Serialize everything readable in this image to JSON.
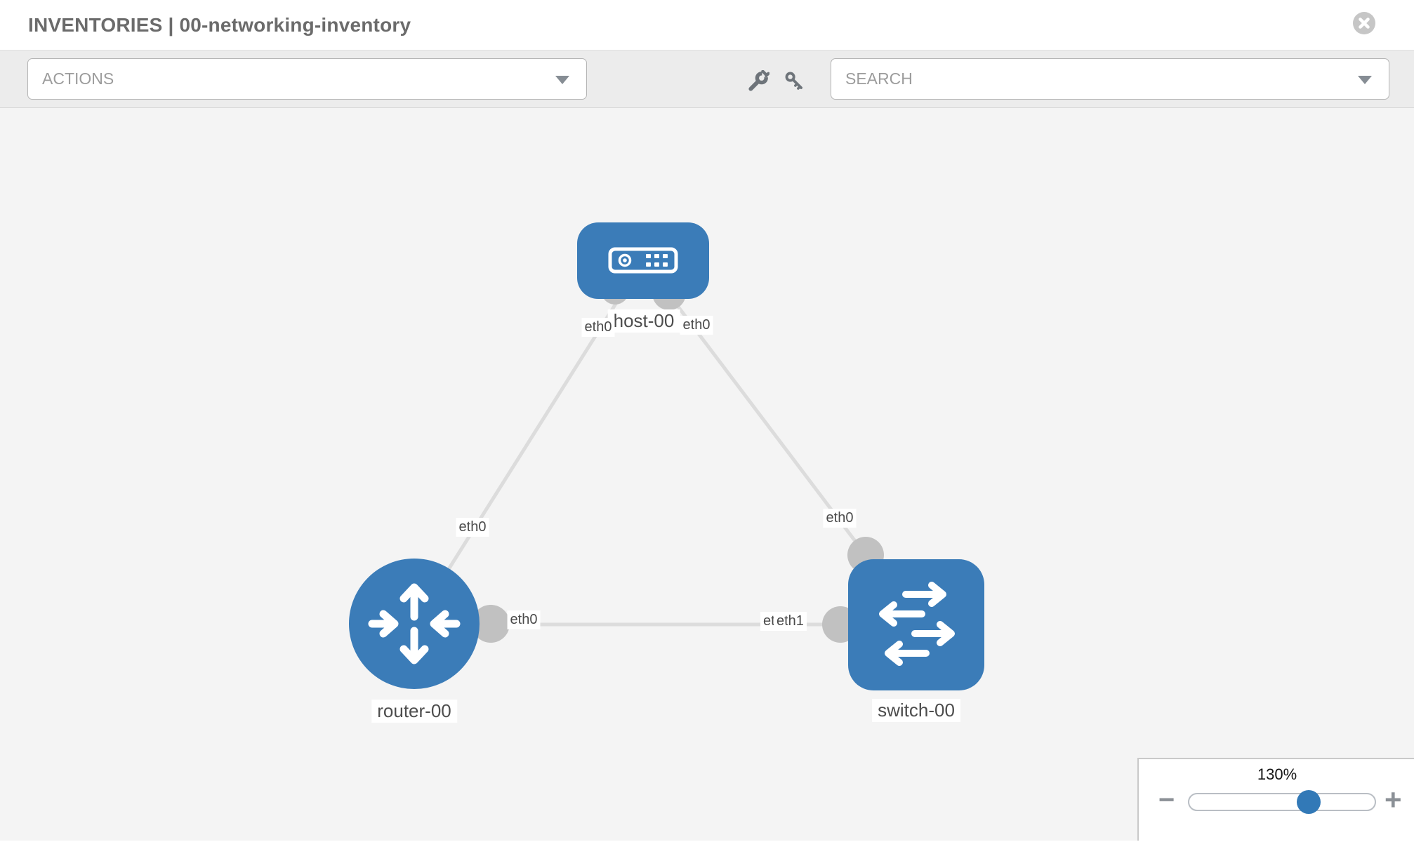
{
  "window": {
    "title": "INVENTORIES | 00-networking-inventory"
  },
  "toolbar": {
    "actions_label": "ACTIONS",
    "search_label": "SEARCH"
  },
  "topology": {
    "nodes": [
      {
        "id": "host-00",
        "type": "host",
        "label": "host-00"
      },
      {
        "id": "router-00",
        "type": "router",
        "label": "router-00"
      },
      {
        "id": "switch-00",
        "type": "switch",
        "label": "switch-00"
      }
    ],
    "links": [
      {
        "from": "host-00",
        "to": "router-00",
        "from_interface": "eth0",
        "to_interface": "eth0"
      },
      {
        "from": "host-00",
        "to": "switch-00",
        "from_interface": "eth0",
        "to_interface": "eth0"
      },
      {
        "from": "router-00",
        "to": "switch-00",
        "from_interface": "eth0",
        "to_interface": "eth1"
      }
    ],
    "interface_labels": {
      "host_to_router": "eth0",
      "host_to_switch": "eth0",
      "router_to_host": "eth0",
      "router_to_switch": "eth0",
      "switch_to_host": "eth0",
      "switch_to_router": "eth1",
      "switch_to_router_overlapped": "eth0"
    }
  },
  "zoom_control": {
    "level": "130%",
    "minus_label": "−",
    "plus_label": "+"
  },
  "colors": {
    "node_blue": "#3b7cb8",
    "connector_gray": "#c1c1c1",
    "link_gray": "#dcdcdc",
    "slider_blue": "#3279b7",
    "title_gray": "#6b6b6b"
  }
}
